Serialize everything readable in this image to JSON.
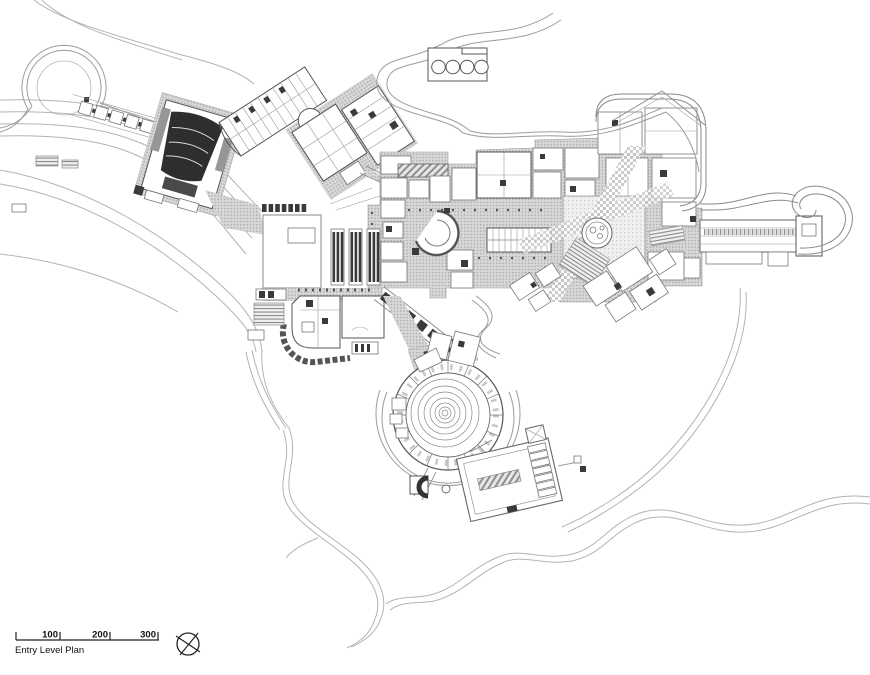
{
  "page": {
    "kind": "architectural site plan (scanned line drawing)",
    "background": "#ffffff"
  },
  "footer": {
    "plan_title": "Entry Level Plan",
    "scale_bar": {
      "tick_labels": [
        "100",
        "200",
        "300"
      ]
    },
    "north_arrow_icon": "north-arrow"
  },
  "palette": {
    "paper": "#ffffff",
    "road_line": "#b3b3b3",
    "building_line": "#555555",
    "paving_field": "#cfcfcf",
    "dark_fill": "#3a3a3a",
    "text": "#111111"
  },
  "features": [
    "helipad-loop-road",
    "west-access-roads",
    "tram-promenade",
    "auditorium-building",
    "north-office-building",
    "restaurant-building",
    "entry-bridge-walk",
    "museum-arrival-plaza",
    "entrance-rotunda",
    "grand-staircase",
    "museum-north-galleries",
    "museum-east-pavilions",
    "museum-courtyard-fountain",
    "museum-south-pavilions",
    "tram-bridge-loop",
    "parking-plaza",
    "staff-building",
    "research-institute-rotunda",
    "southeast-courtyard",
    "garden-paths",
    "cooling-tank-building",
    "scale-bar",
    "north-arrow"
  ]
}
